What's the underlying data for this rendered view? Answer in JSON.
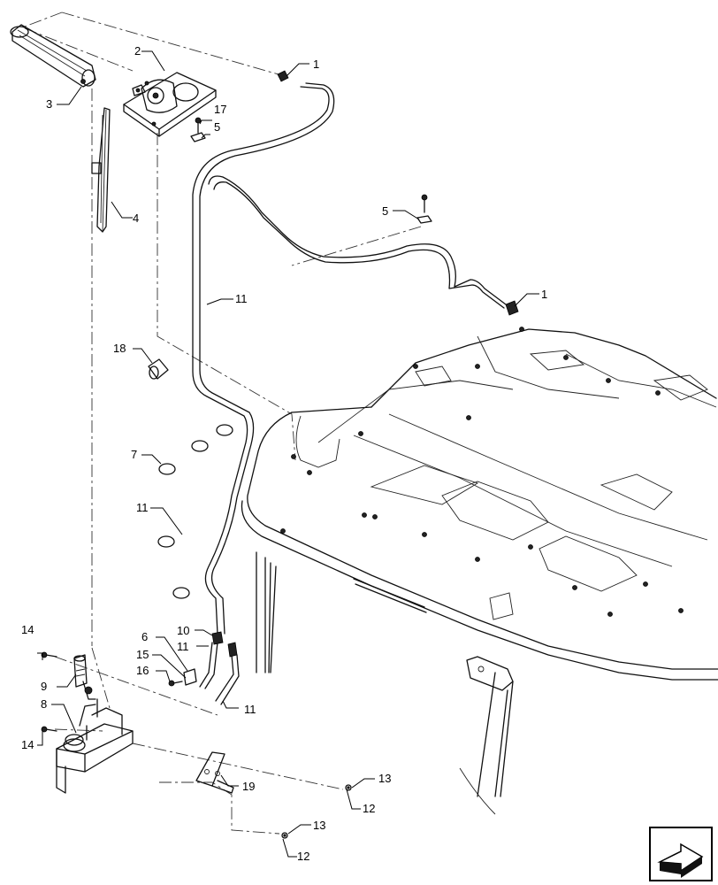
{
  "callouts": {
    "c1a": "1",
    "c1b": "1",
    "c2": "2",
    "c3": "3",
    "c4": "4",
    "c5a": "5",
    "c5b": "5",
    "c6": "6",
    "c7": "7",
    "c8": "8",
    "c9": "9",
    "c10": "10",
    "c11a": "11",
    "c11b": "11",
    "c11c": "11",
    "c11d": "11",
    "c12a": "12",
    "c12b": "12",
    "c13a": "13",
    "c13b": "13",
    "c14a": "14",
    "c14b": "14",
    "c15": "15",
    "c16": "16",
    "c17": "17",
    "c18": "18",
    "c19": "19"
  },
  "icons": {
    "nav": "next-page-arrow-icon"
  }
}
